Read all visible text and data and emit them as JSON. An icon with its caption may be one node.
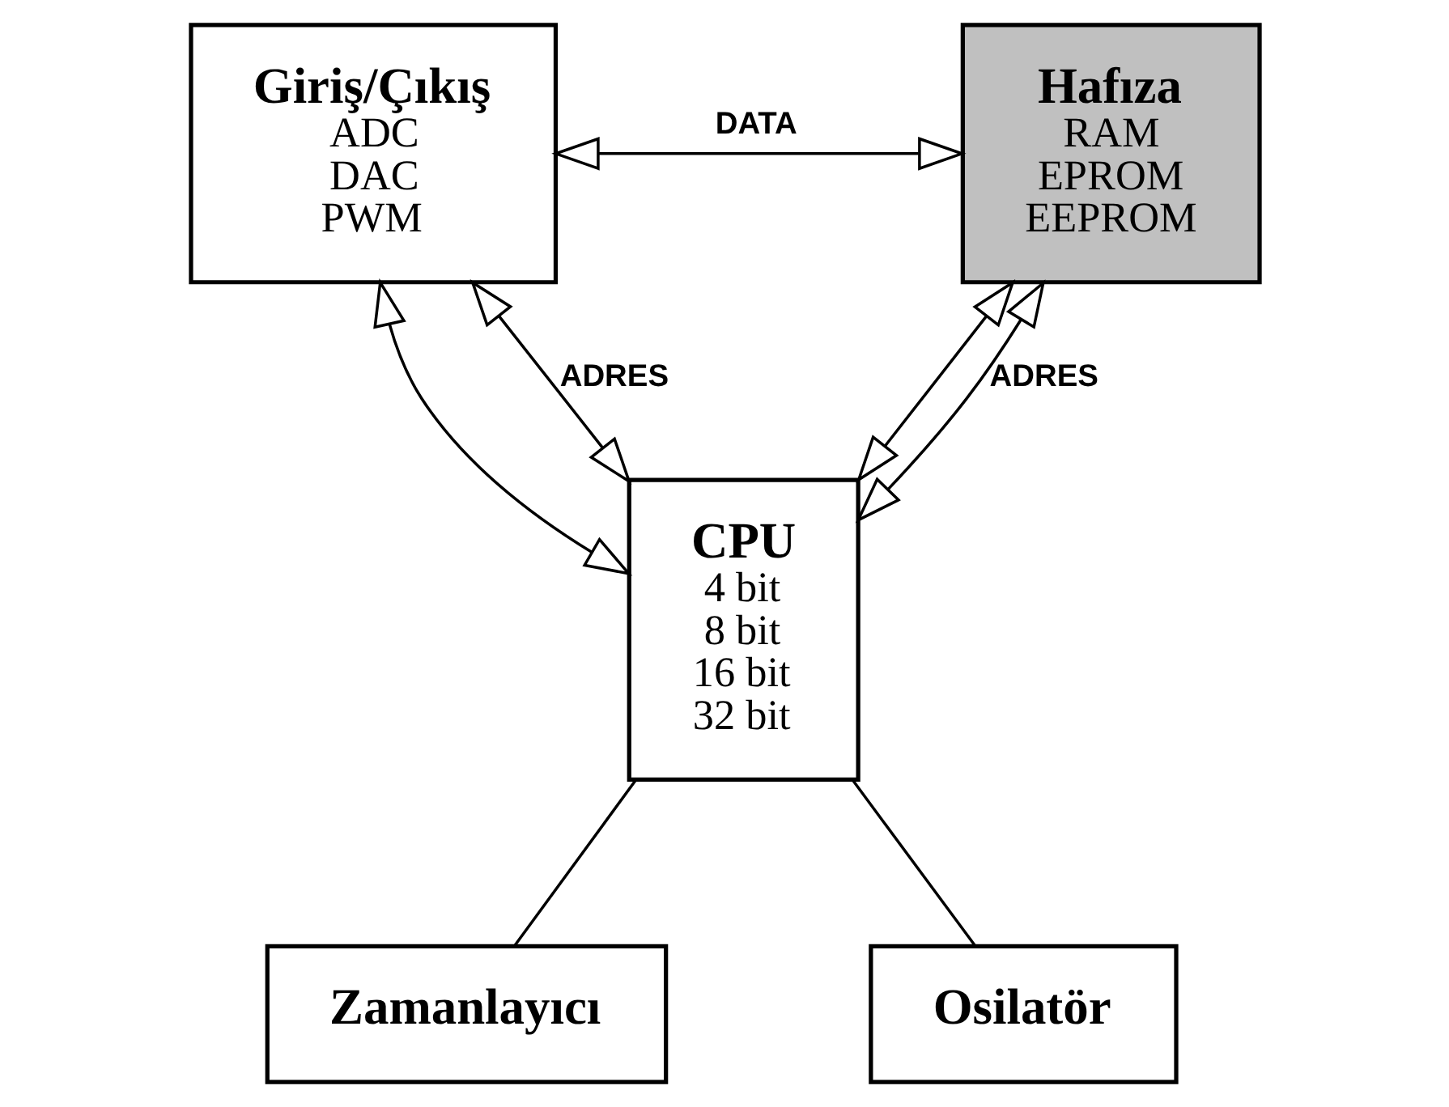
{
  "diagram": {
    "nodes": [
      {
        "text": [
          "Giriş/Çıkış",
          "ADC",
          "DAC",
          "PWM"
        ]
      },
      {
        "text": [
          "CPU",
          "4 bit",
          "8 bit",
          "16 bit",
          "32 bit"
        ]
      },
      {
        "text": [
          "Hafıza",
          "RAM",
          "EPROM",
          "EEPROM"
        ]
      },
      {
        "text": [
          "Zamanlayıcı"
        ]
      },
      {
        "text": [
          "Osilatör"
        ]
      }
    ],
    "edges": [
      {
        "from": 0,
        "to": 2,
        "arrow": "both",
        "label": "DATA"
      },
      {
        "from": 0,
        "to": 1,
        "arrow": "both"
      },
      {
        "from": 2,
        "to": 1,
        "arrow": "both"
      },
      {
        "from": 0,
        "to": 1,
        "arrow": "both",
        "label": "ADRES"
      },
      {
        "from": 1,
        "to": 2,
        "arrow": "both",
        "label": "ADRES"
      },
      {
        "from": 1,
        "to": 3,
        "arrow": "none"
      },
      {
        "from": 1,
        "to": 4,
        "arrow": "none"
      }
    ]
  }
}
